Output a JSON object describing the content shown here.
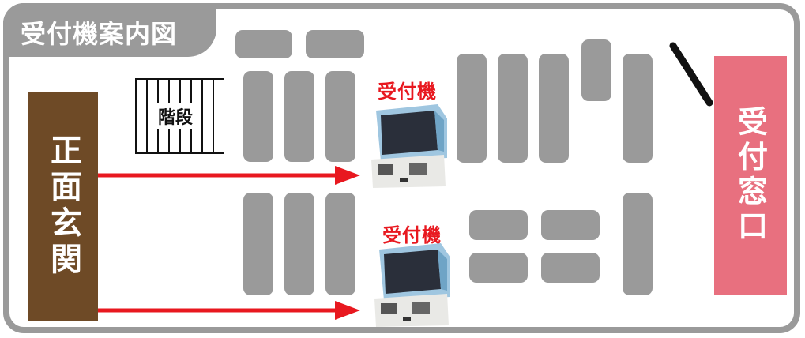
{
  "title": "受付機案内図",
  "entrance_label": "正面玄関",
  "counter_label": "受付窓口",
  "stairs_label": "階段",
  "kiosks": [
    {
      "label": "受付機"
    },
    {
      "label": "受付機"
    }
  ],
  "colors": {
    "frame": "#9a9a9a",
    "block": "#9a9a9a",
    "entrance": "#6e4a26",
    "counter": "#e8707f",
    "arrow": "#e8181f",
    "kiosk_label": "#e8181f"
  },
  "icons": [
    "stairs-icon",
    "kiosk-icon",
    "arrow-icon",
    "door-icon"
  ]
}
